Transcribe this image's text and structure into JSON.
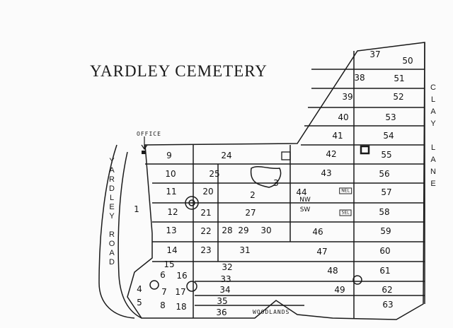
{
  "map": {
    "title": "YARDLEY CEMETERY",
    "office_label": "OFFICE",
    "woodlands_label": "WOODLANDS",
    "road_west": "YARDLEY ROAD",
    "road_east": "CLAY LANE",
    "plots": [
      "1",
      "2",
      "3",
      "4",
      "5",
      "6",
      "7",
      "8",
      "9",
      "10",
      "11",
      "12",
      "13",
      "14",
      "15",
      "16",
      "17",
      "18",
      "20",
      "21",
      "22",
      "23",
      "24",
      "25",
      "27",
      "28",
      "29",
      "30",
      "31",
      "32",
      "33",
      "34",
      "35",
      "36",
      "37",
      "38",
      "39",
      "40",
      "41",
      "42",
      "43",
      "44",
      "46",
      "47",
      "48",
      "49",
      "50",
      "51",
      "52",
      "53",
      "54",
      "55",
      "56",
      "57",
      "58",
      "59",
      "60",
      "61",
      "62",
      "63"
    ],
    "small_labels": [
      "NW",
      "SW",
      "NEL",
      "SEL"
    ]
  }
}
